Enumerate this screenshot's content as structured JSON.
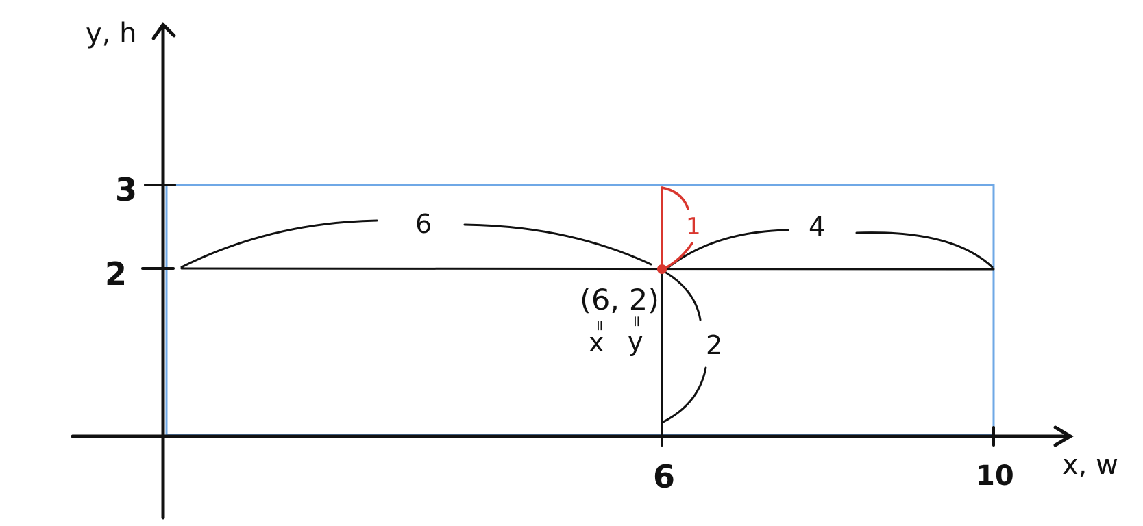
{
  "axes": {
    "y_label": "y, h",
    "x_label": "x, w",
    "y_ticks": [
      "3",
      "2"
    ],
    "x_ticks": [
      "6",
      "10"
    ]
  },
  "dimensions": {
    "left_width": "6",
    "right_width": "4",
    "bottom_height": "2",
    "top_height": "1"
  },
  "point": {
    "label": "(6, 2)",
    "eq_mark": "=",
    "x_var": "x",
    "y_var": "y"
  },
  "colors": {
    "rectangle": "#6fa8e6",
    "highlight": "#d9372f",
    "ink": "#111111"
  }
}
